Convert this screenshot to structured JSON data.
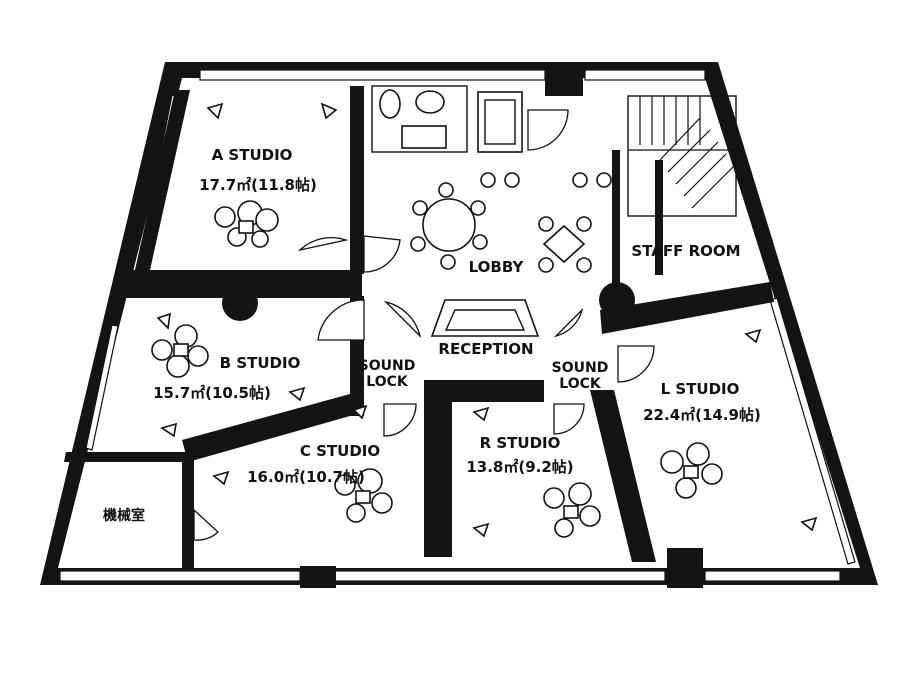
{
  "rooms": {
    "a_studio": {
      "name": "A STUDIO",
      "area": "17.7㎡(11.8帖)"
    },
    "b_studio": {
      "name": "B STUDIO",
      "area": "15.7㎡(10.5帖)"
    },
    "c_studio": {
      "name": "C STUDIO",
      "area": "16.0㎡(10.7帖)"
    },
    "r_studio": {
      "name": "R STUDIO",
      "area": "13.8㎡(9.2帖)"
    },
    "l_studio": {
      "name": "L STUDIO",
      "area": "22.4㎡(14.9帖)"
    },
    "lobby": {
      "name": "LOBBY"
    },
    "reception": {
      "name": "RECEPTION"
    },
    "staff_room": {
      "name": "STAFF ROOM"
    },
    "sound_lock_left": {
      "line1": "SOUND",
      "line2": "LOCK"
    },
    "sound_lock_right": {
      "line1": "SOUND",
      "line2": "LOCK"
    },
    "machine_room": {
      "name": "機械室"
    }
  }
}
